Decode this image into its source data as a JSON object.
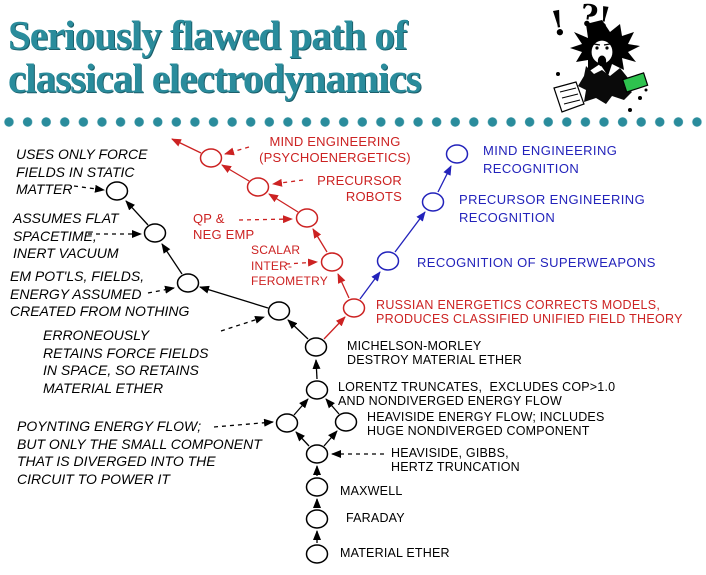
{
  "title": {
    "line1": "Seriously flawed path of",
    "line2": "classical electrodynamics"
  },
  "cartoon": {
    "name": "shocked-man-clipart",
    "exclaim": "!",
    "question_exclaim": "?!"
  },
  "colors": {
    "title_teal": "#2a8c9c",
    "flawed_red": "#cc2222",
    "recognition_blue": "#2323bb",
    "mainline_black": "#000000",
    "cartoon_green": "#2ec24e",
    "background": "#ffffff"
  },
  "notes": {
    "uses_only_force": "USES ONLY FORCE\nFIELDS IN STATIC\nMATTER",
    "assumes_flat": "ASSUMES FLAT\nSPACETIME,\nINERT VACUUM",
    "em_potls": "EM POT'LS, FIELDS,\nENERGY ASSUMED\nCREATED FROM NOTHING",
    "erroneously": "ERRONEOUSLY\nRETAINS FORCE FIELDS\nIN SPACE, SO RETAINS\nMATERIAL ETHER",
    "poynting": "POYNTING ENERGY FLOW;\nBUT ONLY THE SMALL COMPONENT\nTHAT IS DIVERGED INTO THE\nCIRCUIT TO POWER IT"
  },
  "mainline": {
    "michelson": "MICHELSON-MORLEY\nDESTROY MATERIAL ETHER",
    "lorentz": "LORENTZ TRUNCATES,  EXCLUDES COP>1.0\nAND NONDIVERGED ENERGY FLOW",
    "heaviside_flow": "HEAVISIDE ENERGY FLOW; INCLUDES\nHUGE NONDIVERGED COMPONENT",
    "heaviside_gibbs": "HEAVISIDE, GIBBS,\nHERTZ TRUNCATION",
    "maxwell": "MAXWELL",
    "faraday": "FARADAY",
    "material_ether": "MATERIAL ETHER"
  },
  "flawed_branch": {
    "mind_engineering": "MIND ENGINEERING\n(PSYCHOENERGETICS)",
    "precursor_robots": "PRECURSOR\nROBOTS",
    "qp_neg_emp": "QP &\nNEG EMP",
    "scalar_interferometry": "SCALAR\nINTER-\nFEROMETRY",
    "russian_energetics": "RUSSIAN ENERGETICS CORRECTS MODELS,\nPRODUCES CLASSIFIED UNIFIED FIELD THEORY"
  },
  "recognition_branch": {
    "mind_engineering_recognition": "MIND ENGINEERING\nRECOGNITION",
    "precursor_engineering_recognition": "PRECURSOR ENGINEERING\nRECOGNITION",
    "recognition_of_superweapons": "RECOGNITION OF SUPERWEAPONS"
  }
}
